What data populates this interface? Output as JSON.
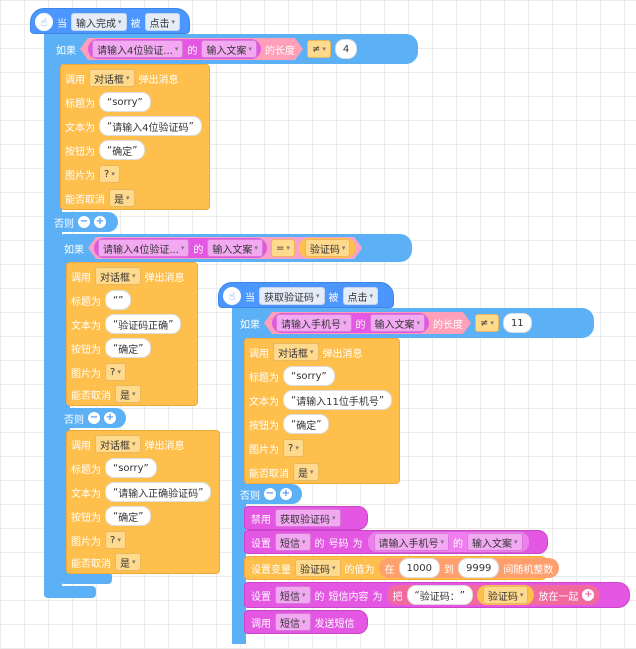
{
  "colors": {
    "event": "#4c97ff",
    "control": "#5cb1f6",
    "action": "#ffbf4d",
    "component": "#e357e3",
    "operator": "#f06a9e"
  },
  "event1": {
    "when": "当",
    "component": "输入完成",
    "verb": "被",
    "event": "点击"
  },
  "if1": {
    "if_label": "如果",
    "text1": "请输入4位验证...",
    "of": "的",
    "prop": "输入文案",
    "length": "的长度",
    "op": "≠",
    "num": "4"
  },
  "dialog1": {
    "call": "调用",
    "comp": "对话框",
    "action": "弹出消息",
    "title_label": "标题为",
    "title_val": "sorry",
    "text_label": "文本为",
    "text_val": "请输入4位验证码",
    "btn_label": "按钮为",
    "btn_val": "确定",
    "img_label": "图片为",
    "img_val": "?",
    "cancel_label": "能否取消",
    "cancel_val": "是"
  },
  "else1": {
    "label": "否则"
  },
  "if2": {
    "if_label": "如果",
    "text1": "请输入4位验证...",
    "of": "的",
    "prop": "输入文案",
    "op": "=",
    "val": "验证码"
  },
  "dialog2": {
    "call": "调用",
    "comp": "对话框",
    "action": "弹出消息",
    "title_label": "标题为",
    "title_val": "",
    "text_label": "文本为",
    "text_val": "验证码正确",
    "btn_label": "按钮为",
    "btn_val": "确定",
    "img_label": "图片为",
    "img_val": "?",
    "cancel_label": "能否取消",
    "cancel_val": "是"
  },
  "else2": {
    "label": "否则"
  },
  "dialog3": {
    "call": "调用",
    "comp": "对话框",
    "action": "弹出消息",
    "title_label": "标题为",
    "title_val": "sorry",
    "text_label": "文本为",
    "text_val": "请输入正确验证码",
    "btn_label": "按钮为",
    "btn_val": "确定",
    "img_label": "图片为",
    "img_val": "?",
    "cancel_label": "能否取消",
    "cancel_val": "是"
  },
  "event2": {
    "when": "当",
    "component": "获取验证码",
    "verb": "被",
    "event": "点击"
  },
  "if3": {
    "if_label": "如果",
    "text1": "请输入手机号",
    "of": "的",
    "prop": "输入文案",
    "length": "的长度",
    "op": "≠",
    "num": "11"
  },
  "dialog4": {
    "call": "调用",
    "comp": "对话框",
    "action": "弹出消息",
    "title_label": "标题为",
    "title_val": "sorry",
    "text_label": "文本为",
    "text_val": "请输入11位手机号",
    "btn_label": "按钮为",
    "btn_val": "确定",
    "img_label": "图片为",
    "img_val": "?",
    "cancel_label": "能否取消",
    "cancel_val": "是"
  },
  "else3": {
    "label": "否则"
  },
  "disable": {
    "label": "禁用",
    "comp": "获取验证码"
  },
  "setsms": {
    "set": "设置",
    "comp": "短信",
    "of": "的",
    "prop": "号码",
    "as": "为",
    "text1": "请输入手机号",
    "of2": "的",
    "prop2": "输入文案"
  },
  "setvar": {
    "label": "设置变量",
    "var": "验证码",
    "val": "的值为",
    "in": "在",
    "from": "1000",
    "to": "到",
    "max": "9999",
    "rand": "间随机整数"
  },
  "setcontent": {
    "set": "设置",
    "comp": "短信",
    "of": "的",
    "prop": "短信内容",
    "as": "为",
    "put": "把",
    "str": "验证码：",
    "var": "验证码",
    "place": "放在一起"
  },
  "send": {
    "call": "调用",
    "comp": "短信",
    "action": "发送短信"
  }
}
